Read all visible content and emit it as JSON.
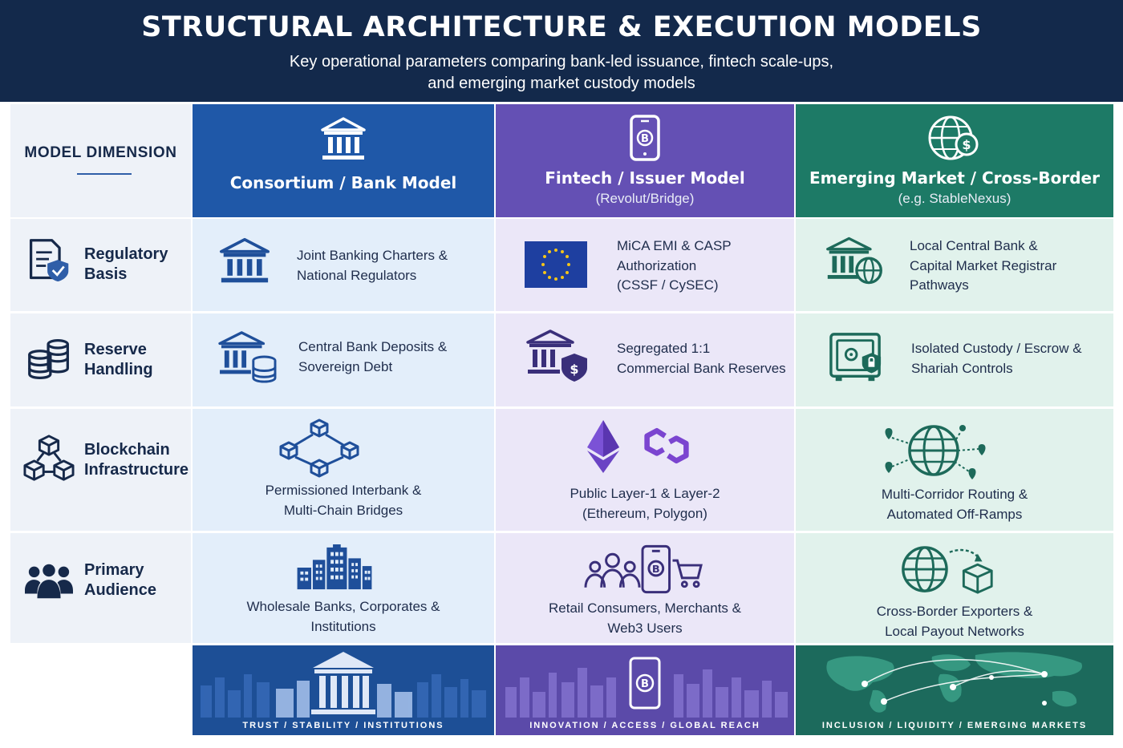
{
  "header": {
    "title": "STRUCTURAL ARCHITECTURE & EXECUTION MODELS",
    "subtitle_line1": "Key operational parameters comparing bank-led issuance, fintech scale-ups,",
    "subtitle_line2": "and emerging market custody models"
  },
  "dimension_header": "MODEL DIMENSION",
  "columns": [
    {
      "name": "Consortium / Bank Model",
      "icon": "bank-icon",
      "color": "#1f58a8"
    },
    {
      "name": "Fintech / Issuer Model",
      "subname": "(Revolut/Bridge)",
      "icon": "smartphone-bitcoin-icon",
      "color": "#6450b4"
    },
    {
      "name": "Emerging Market / Cross-Border",
      "subname": "(e.g. StableNexus)",
      "icon": "globe-dollar-icon",
      "color": "#1d7a66"
    }
  ],
  "rows": [
    {
      "label_line1": "Regulatory",
      "label_line2": "Basis",
      "icon": "document-shield-icon"
    },
    {
      "label_line1": "Reserve",
      "label_line2": "Handling",
      "icon": "coin-stack-icon"
    },
    {
      "label_line1": "Blockchain",
      "label_line2": "Infrastructure",
      "icon": "blocks-network-icon"
    },
    {
      "label_line1": "Primary",
      "label_line2": "Audience",
      "icon": "people-group-icon"
    }
  ],
  "cells": {
    "regulatory": {
      "bank": {
        "l1": "Joint Banking Charters &",
        "l2": "National Regulators"
      },
      "fintech": {
        "l1": "MiCA EMI & CASP",
        "l2": "Authorization",
        "l3": "(CSSF / CySEC)"
      },
      "emerging": {
        "l1": "Local Central Bank &",
        "l2": "Capital Market Registrar",
        "l3": "Pathways"
      }
    },
    "reserve": {
      "bank": {
        "l1": "Central Bank Deposits &",
        "l2": "Sovereign Debt"
      },
      "fintech": {
        "l1": "Segregated 1:1",
        "l2": "Commercial Bank Reserves"
      },
      "emerging": {
        "l1": "Isolated Custody / Escrow &",
        "l2": "Shariah Controls"
      }
    },
    "blockchain": {
      "bank": {
        "l1": "Permissioned Interbank &",
        "l2": "Multi-Chain Bridges"
      },
      "fintech": {
        "l1": "Public Layer-1 & Layer-2",
        "l2": "(Ethereum, Polygon)"
      },
      "emerging": {
        "l1": "Multi-Corridor Routing &",
        "l2": "Automated Off-Ramps"
      }
    },
    "audience": {
      "bank": {
        "l1": "Wholesale Banks, Corporates &",
        "l2": "Institutions"
      },
      "fintech": {
        "l1": "Retail Consumers, Merchants &",
        "l2": "Web3 Users"
      },
      "emerging": {
        "l1": "Cross-Border Exporters &",
        "l2": "Local Payout Networks"
      }
    }
  },
  "footers": {
    "bank": "TRUST  /  STABILITY  /  INSTITUTIONS",
    "fintech": "INNOVATION  /  ACCESS  /  GLOBAL REACH",
    "emerging": "INCLUSION  /  LIQUIDITY  /  EMERGING MARKETS"
  },
  "colors": {
    "header_bg": "#13294b",
    "blue": "#1f58a8",
    "purple": "#6450b4",
    "green": "#1d7a66",
    "navy_text": "#16294a"
  }
}
